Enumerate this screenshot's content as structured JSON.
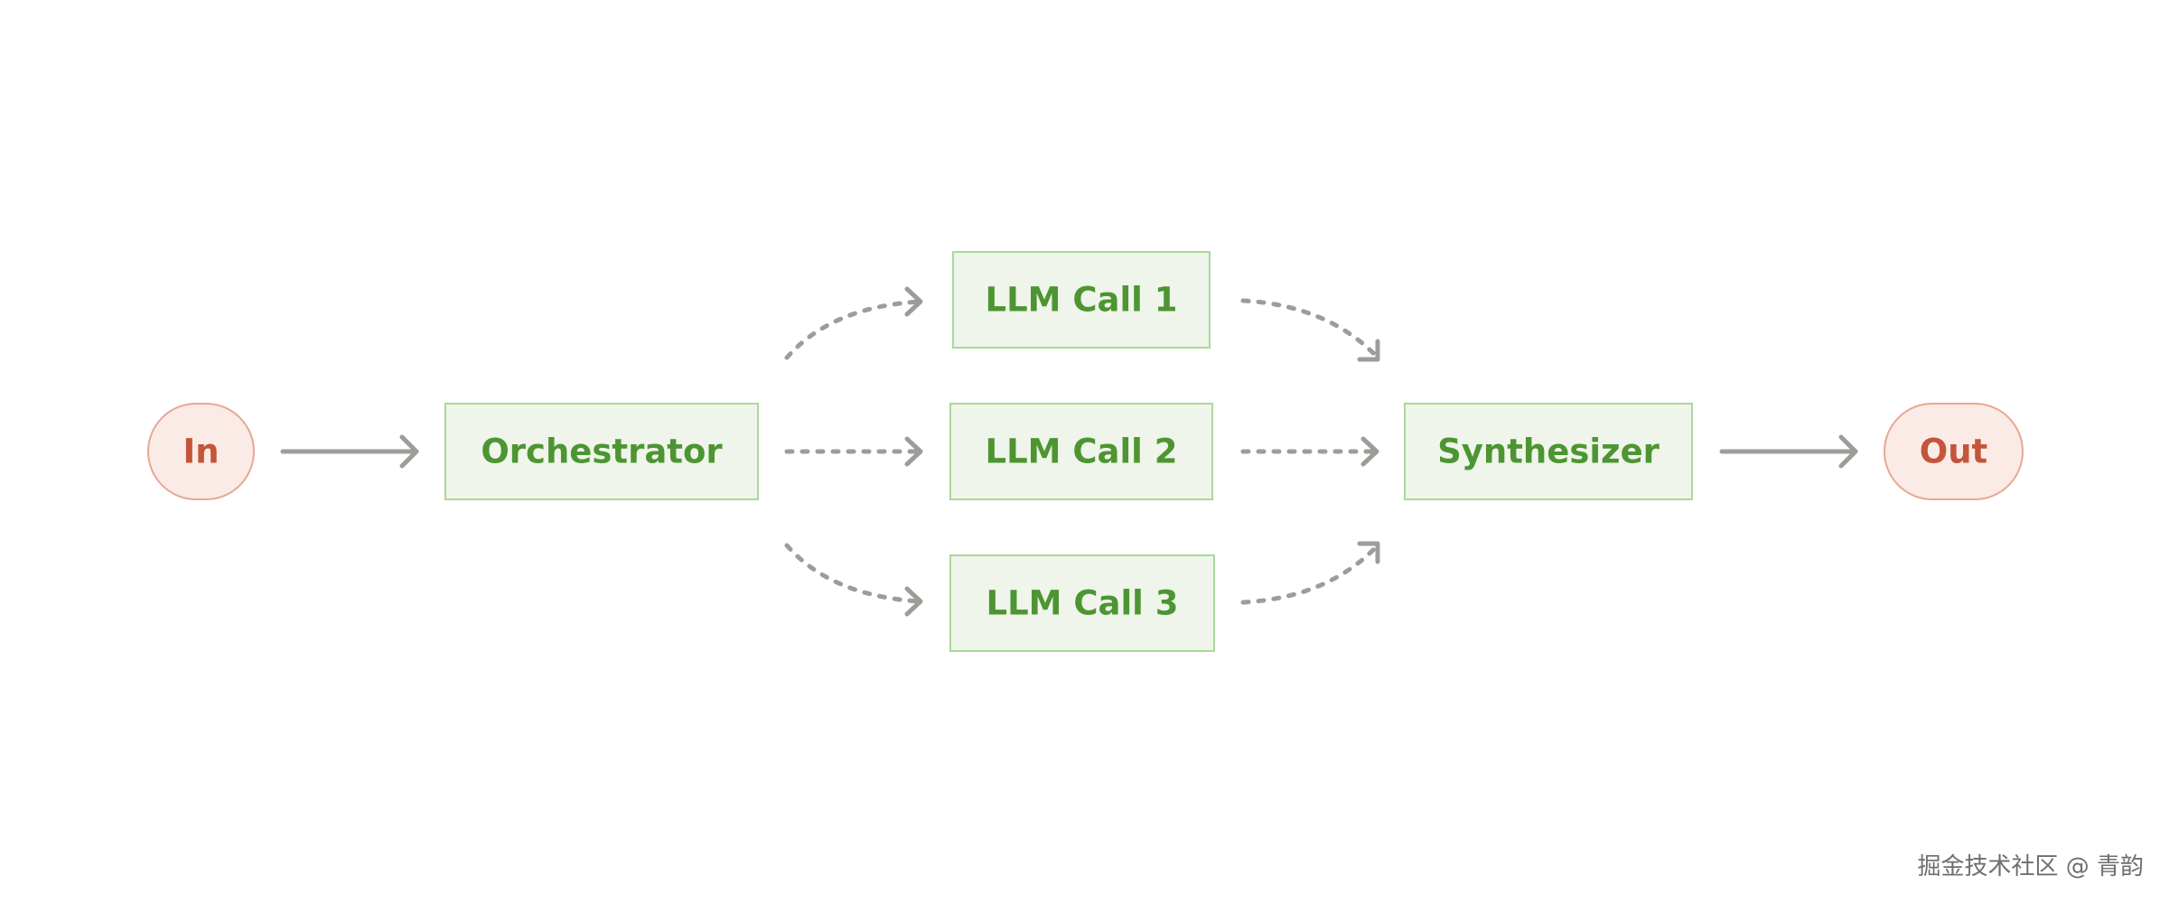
{
  "colors": {
    "terminal_fill": "#fbebe6",
    "terminal_stroke": "#e8a792",
    "terminal_text": "#c4553a",
    "process_fill": "#eff5ea",
    "process_stroke": "#a9d99a",
    "process_text": "#4d9532",
    "arrow": "#9c9c98",
    "watermark": "#6e6e6e"
  },
  "nodes": {
    "input": {
      "label": "In"
    },
    "orchestrator": {
      "label": "Orchestrator"
    },
    "llm_call_1": {
      "label": "LLM Call 1"
    },
    "llm_call_2": {
      "label": "LLM Call 2"
    },
    "llm_call_3": {
      "label": "LLM Call 3"
    },
    "synthesizer": {
      "label": "Synthesizer"
    },
    "output": {
      "label": "Out"
    }
  },
  "edges": [
    {
      "from": "input",
      "to": "orchestrator",
      "style": "solid"
    },
    {
      "from": "orchestrator",
      "to": "llm_call_1",
      "style": "dashed"
    },
    {
      "from": "orchestrator",
      "to": "llm_call_2",
      "style": "dashed"
    },
    {
      "from": "orchestrator",
      "to": "llm_call_3",
      "style": "dashed"
    },
    {
      "from": "llm_call_1",
      "to": "synthesizer",
      "style": "dashed"
    },
    {
      "from": "llm_call_2",
      "to": "synthesizer",
      "style": "dashed"
    },
    {
      "from": "llm_call_3",
      "to": "synthesizer",
      "style": "dashed"
    },
    {
      "from": "synthesizer",
      "to": "output",
      "style": "solid"
    }
  ],
  "watermark": "掘金技术社区 @ 青韵"
}
